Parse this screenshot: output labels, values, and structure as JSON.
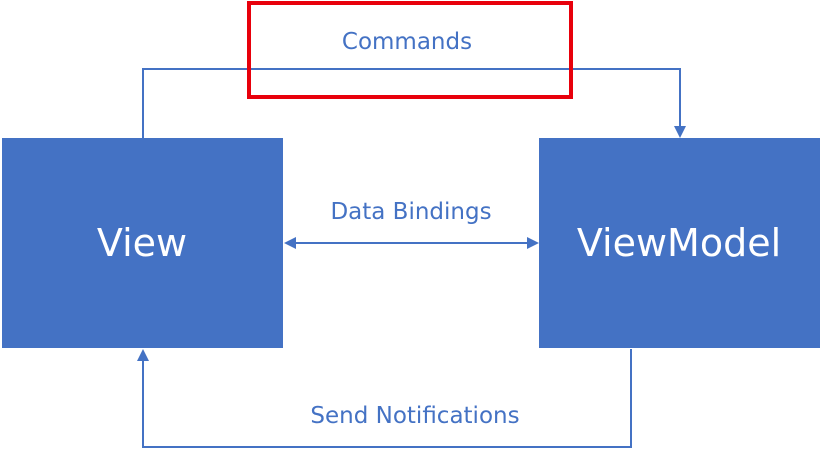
{
  "nodes": {
    "view": {
      "label": "View"
    },
    "viewmodel": {
      "label": "ViewModel"
    }
  },
  "edges": {
    "commands": {
      "label": "Commands"
    },
    "data_bindings": {
      "label": "Data Bindings"
    },
    "send_notifications": {
      "label": "Send Notifications"
    }
  },
  "colors": {
    "box_fill": "#4472C4",
    "line": "#4472C4",
    "label_text": "#4472C4",
    "highlight": "#E8000B"
  }
}
